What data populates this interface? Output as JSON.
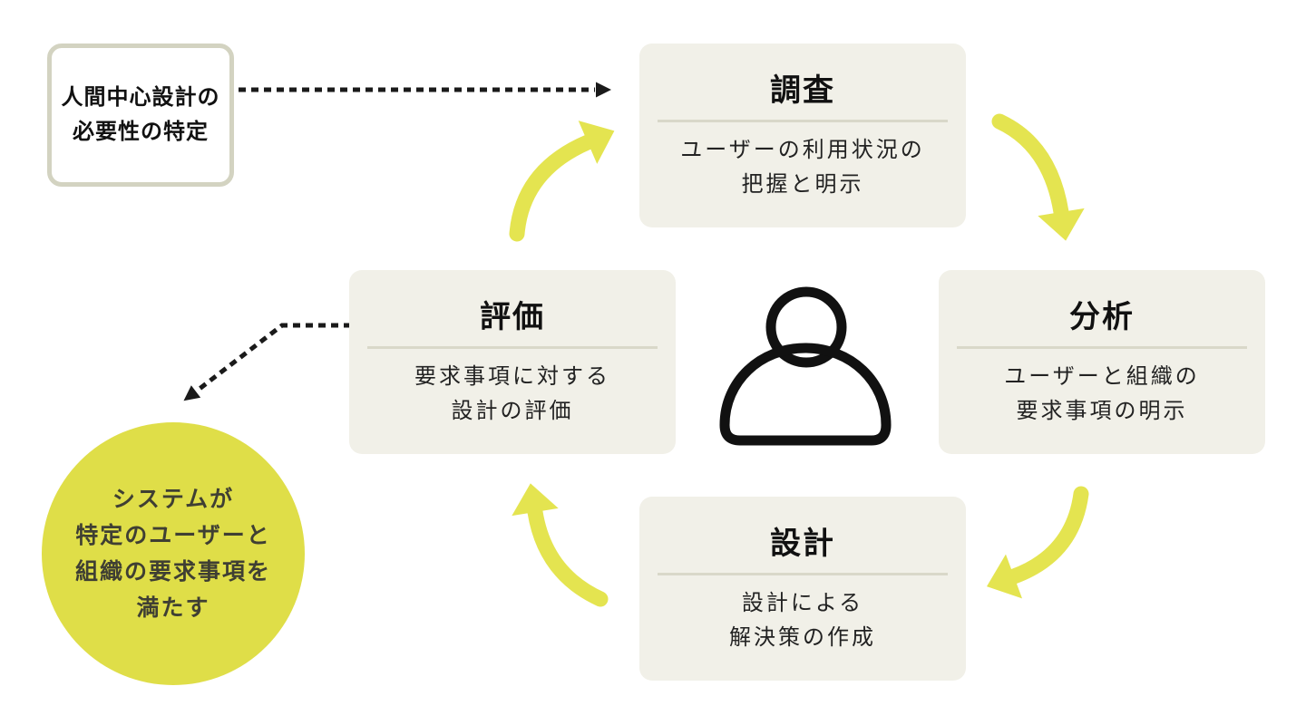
{
  "diagram": {
    "title_semantic": "human-centered-design-cycle",
    "start_box": {
      "line1": "人間中心設計の",
      "line2": "必要性の特定"
    },
    "stages": [
      {
        "key": "research",
        "title": "調査",
        "desc_line1": "ユーザーの利用状況の",
        "desc_line2": "把握と明示"
      },
      {
        "key": "analysis",
        "title": "分析",
        "desc_line1": "ユーザーと組織の",
        "desc_line2": "要求事項の明示"
      },
      {
        "key": "design",
        "title": "設計",
        "desc_line1": "設計による",
        "desc_line2": "解決策の作成"
      },
      {
        "key": "evaluation",
        "title": "評価",
        "desc_line1": "要求事項に対する",
        "desc_line2": "設計の評価"
      }
    ],
    "goal_circle": {
      "line1": "システムが",
      "line2": "特定のユーザーと",
      "line3": "組織の要求事項を",
      "line4": "満たす"
    },
    "icons": {
      "center": "person-icon",
      "cycle_arrows": "curved-yellow-arrows",
      "entry_arrows": "black-dashed-arrows"
    },
    "colors": {
      "arrow_yellow": "#e4e450",
      "circle_yellow": "#dfde48",
      "stage_box_bg": "#f1f0e8",
      "stage_divider": "#d9d8c9",
      "start_box_border": "#d3d3c1",
      "dashed_arrow_black": "#1a1a1a",
      "title_text": "#111111",
      "body_text": "#222222",
      "circle_text": "#3f3f33"
    }
  }
}
